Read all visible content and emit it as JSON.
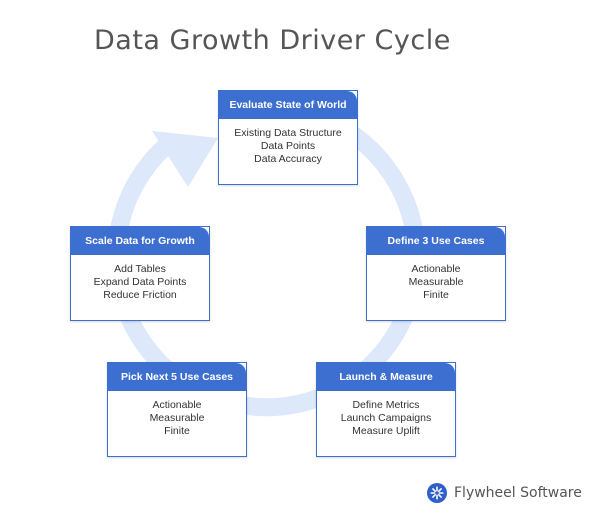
{
  "title": "Data Growth Driver Cycle",
  "colors": {
    "header": "#3d6fd1",
    "ring": "#dde8fb",
    "title_text": "#555555",
    "body_text": "#333333"
  },
  "nodes": [
    {
      "id": "evaluate",
      "header": "Evaluate State of World",
      "items": [
        "Existing Data Structure",
        "Data Points",
        "Data Accuracy"
      ]
    },
    {
      "id": "define",
      "header": "Define 3 Use Cases",
      "items": [
        "Actionable",
        "Measurable",
        "Finite"
      ]
    },
    {
      "id": "launch",
      "header": "Launch & Measure",
      "items": [
        "Define Metrics",
        "Launch Campaigns",
        "Measure Uplift"
      ]
    },
    {
      "id": "pick",
      "header": "Pick Next 5 Use Cases",
      "items": [
        "Actionable",
        "Measurable",
        "Finite"
      ]
    },
    {
      "id": "scale",
      "header": "Scale Data for Growth",
      "items": [
        "Add Tables",
        "Expand Data Points",
        "Reduce Friction"
      ]
    }
  ],
  "footer": {
    "brand_name": "Flywheel Software",
    "logo_icon": "flywheel-logo-icon"
  }
}
